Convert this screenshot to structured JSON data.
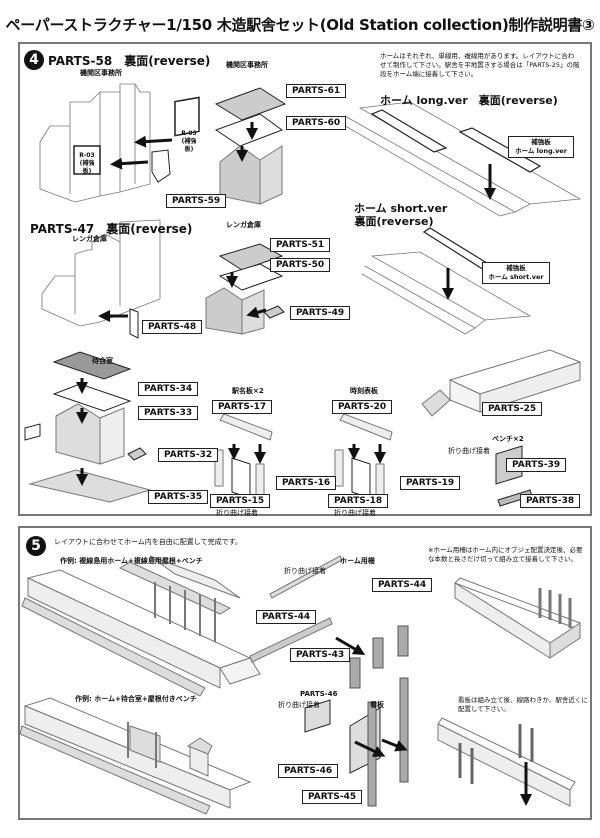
{
  "page": {
    "title": "ペーパーストラクチャー1/150 木造駅舎セット(Old Station collection)制作説明書③"
  },
  "step4": {
    "number": "4",
    "section_a": {
      "heading": "PARTS-58　裏面(reverse)",
      "caption": "機関区事務所",
      "labels": [
        "PARTS-59",
        "R-03\n(補強板)",
        "R-03\n(補強板)"
      ],
      "r03_left": "R-03",
      "r03_left_sub": "(補強板)",
      "r03_right": "R-03",
      "r03_right_sub": "(補強板)"
    },
    "section_b": {
      "caption": "機関区事務所",
      "labels": [
        "PARTS-61",
        "PARTS-60"
      ]
    },
    "platform_note": "ホームはそれぞれ、単線用、複線用があります。レイアウトに合わせて制作して下さい。駅舎を平地置きする場合は「PARTS-25」の階段をホーム端に接着して下さい。",
    "platform_long": {
      "heading": "ホーム long.ver　裏面(reverse)",
      "callout_line1": "補強板",
      "callout_line2": "ホーム long.ver"
    },
    "platform_short": {
      "heading_line1": "ホーム short.ver",
      "heading_line2": "裏面(reverse)",
      "callout_line1": "補強板",
      "callout_line2": "ホーム short.ver"
    },
    "section_c": {
      "heading": "PARTS-47　裏面(reverse)",
      "caption": "レンガ倉庫",
      "labels": [
        "PARTS-48"
      ]
    },
    "section_d": {
      "caption": "レンガ倉庫",
      "labels": [
        "PARTS-51",
        "PARTS-50",
        "PARTS-49"
      ]
    },
    "section_e": {
      "caption": "待合室",
      "labels": [
        "PARTS-34",
        "PARTS-33",
        "PARTS-32",
        "PARTS-35"
      ]
    },
    "section_f": {
      "caption": "駅名板×2",
      "labels": [
        "PARTS-17",
        "PARTS-16",
        "PARTS-15"
      ],
      "fold_note": "折り曲げ接着"
    },
    "section_g": {
      "caption": "時刻表板",
      "labels": [
        "PARTS-20",
        "PARTS-19",
        "PARTS-18"
      ],
      "fold_note": "折り曲げ接着"
    },
    "section_h": {
      "labels": [
        "PARTS-25"
      ]
    },
    "section_i": {
      "caption": "ベンチ×2",
      "fold_note": "折り曲げ接着",
      "labels": [
        "PARTS-39",
        "PARTS-38"
      ]
    }
  },
  "step5": {
    "number": "5",
    "intro": "レイアウトに合わせてホーム内を自由に配置して完成です。",
    "example1": "作例: 複線島用ホーム+複線島用屋根+ベンチ",
    "example2": "作例: ホーム+待合室+屋根付きベンチ",
    "fence": {
      "caption": "ホーム用柵",
      "fold_note": "折り曲げ接着",
      "labels": [
        "PARTS-44",
        "PARTS-44",
        "PARTS-43"
      ]
    },
    "fence_note": "※ホーム用柵はホーム内にオブジェ配置決定後、必要な本数と長さだけ切って組み立て接着して下さい。",
    "sign": {
      "title": "PARTS-46",
      "fold_note": "折り曲げ接着",
      "caption": "看板",
      "labels": [
        "PARTS-46",
        "PARTS-45"
      ]
    },
    "sign_note": "看板は組み立て後、線路わきか、駅舎近くに配置して下さい。"
  }
}
